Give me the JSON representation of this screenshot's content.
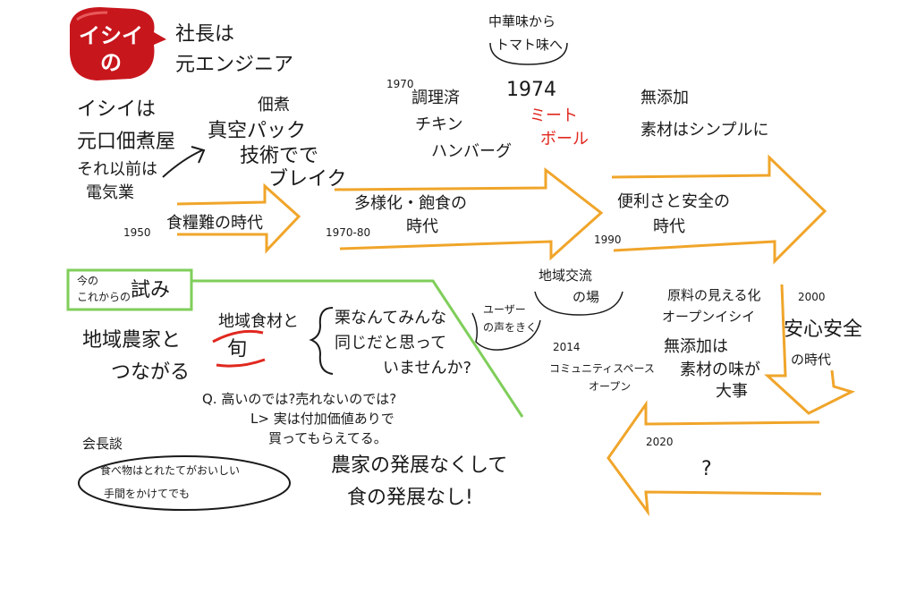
{
  "colors": {
    "ink": "#1a1a1a",
    "arrow_orange": "#f0a52a",
    "frame_green": "#7fce5a",
    "accent_red": "#e0281f",
    "logo_red": "#c8161d"
  },
  "logo": {
    "line1": "イシイ",
    "line2": "の"
  },
  "header": {
    "line1": "社長は",
    "line2": "元エンジニア"
  },
  "origin": {
    "l1": "イシイは",
    "l2": "元口佃煮屋",
    "l3": "それ以前は",
    "l4": "電気業"
  },
  "tsukudani": {
    "l1": "佃煮",
    "l2": "真空パック",
    "l3": "技術でで",
    "l4": "ブレイク"
  },
  "era1950": {
    "year": "1950",
    "label": "食糧難の時代"
  },
  "era1970": {
    "year": "1970-80",
    "label1": "多様化・飽食の",
    "label2": "時代"
  },
  "cooked": {
    "year": "1970",
    "l1": "調理済",
    "l2": "チキン",
    "l3": "ハンバーグ"
  },
  "meatball": {
    "bubble1": "中華味から",
    "bubble2": "トマト味へ",
    "year": "1974",
    "l1": "ミート",
    "l2": "ボール"
  },
  "additive_top": {
    "l1": "無添加",
    "l2": "素材はシンプルに"
  },
  "era1990": {
    "year": "1990",
    "label1": "便利さと安全の",
    "label2": "時代"
  },
  "current": {
    "title_small1": "今の",
    "title_small2": "これからの",
    "title_big": "試み"
  },
  "farmers": {
    "l1": "地域農家と",
    "l2": "つながる"
  },
  "local": {
    "ingredient": "地域食材と",
    "season": "旬",
    "quote1": "栗なんてみんな",
    "quote2": "同じだと思って",
    "quote3": "いませんか?"
  },
  "qa": {
    "q": "Q. 高いのでは?売れないのでは?",
    "a1": "L> 実は付加価値ありで",
    "a2": "買ってもらえてる。"
  },
  "president": {
    "title": "会長談",
    "l1": "食べ物はとれたてがおいしい",
    "l2": "手間をかけてでも"
  },
  "slogan": {
    "l1": "農家の発展なくして",
    "l2": "食の発展なし!"
  },
  "exchange": {
    "bubble1": "地域交流",
    "bubble2": "の場",
    "user1": "ユーザー",
    "user2": "の声をきく",
    "year": "2014",
    "l1": "コミュニティスペース",
    "l2": "オープン"
  },
  "open_policy": {
    "l1": "原料の見える化",
    "l2": "オープンイシイ",
    "l3": "無添加は",
    "l4": "素材の味が",
    "l5": "大事"
  },
  "era2000": {
    "year": "2000",
    "label1": "安心安全",
    "label2": "の時代"
  },
  "future": {
    "year": "2020",
    "mark": "?"
  }
}
